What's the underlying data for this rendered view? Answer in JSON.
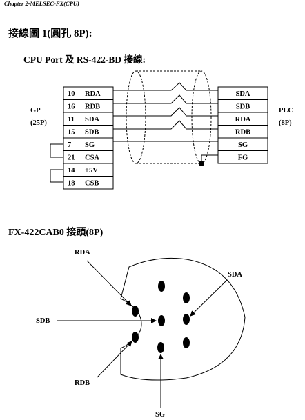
{
  "header": {
    "chapter": "Chapter 2-MELSEC-FX(CPU)"
  },
  "section1": {
    "title": "接線圖 1(圓孔 8P):",
    "subtitle": "CPU Port 及 RS-422-BD  接線:"
  },
  "wiring": {
    "left_device": {
      "name": "GP",
      "pins": "(25P)"
    },
    "right_device": {
      "name": "PLC",
      "pins": "(8P)"
    },
    "left_rows": [
      {
        "pin": "10",
        "signal": "RDA"
      },
      {
        "pin": "16",
        "signal": "RDB"
      },
      {
        "pin": "11",
        "signal": "SDA"
      },
      {
        "pin": "15",
        "signal": "SDB"
      },
      {
        "pin": "7",
        "signal": "SG"
      },
      {
        "pin": "21",
        "signal": "CSA"
      },
      {
        "pin": "14",
        "signal": "+5V"
      },
      {
        "pin": "18",
        "signal": "CSB"
      }
    ],
    "right_rows": [
      "SDA",
      "SDB",
      "RDA",
      "RDB",
      "SG",
      "FG"
    ]
  },
  "section2": {
    "title": "FX-422CAB0 接頭(8P)",
    "labels": {
      "rda": "RDA",
      "sda": "SDA",
      "sdb": "SDB",
      "rdb": "RDB",
      "sg": "SG"
    }
  }
}
